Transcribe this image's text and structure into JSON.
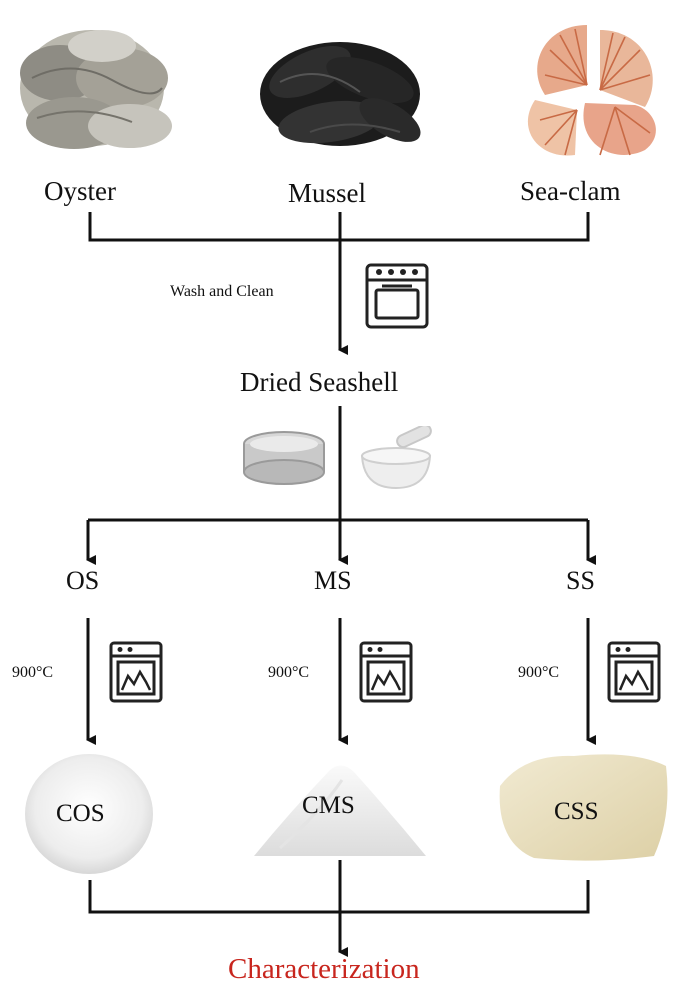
{
  "sources": {
    "oyster": "Oyster",
    "mussel": "Mussel",
    "sea_clam": "Sea-clam"
  },
  "step1": {
    "label": "Wash and Clean",
    "icon": "oven-icon"
  },
  "dried": "Dried Seashell",
  "grinding_icons": [
    "sieve-icon",
    "mortar-pestle-icon"
  ],
  "branches": [
    {
      "raw": "OS",
      "temp": "900°C",
      "product": "COS"
    },
    {
      "raw": "MS",
      "temp": "900°C",
      "product": "CMS"
    },
    {
      "raw": "SS",
      "temp": "900°C",
      "product": "CSS"
    }
  ],
  "furnace_icon": "furnace-icon",
  "final": "Characterization",
  "colors": {
    "line": "#111111",
    "final_text": "#c8261e",
    "cos_powder": "#f2f2f2",
    "cms_powder": "#eeeeee",
    "css_powder": "#e9dfbf"
  }
}
